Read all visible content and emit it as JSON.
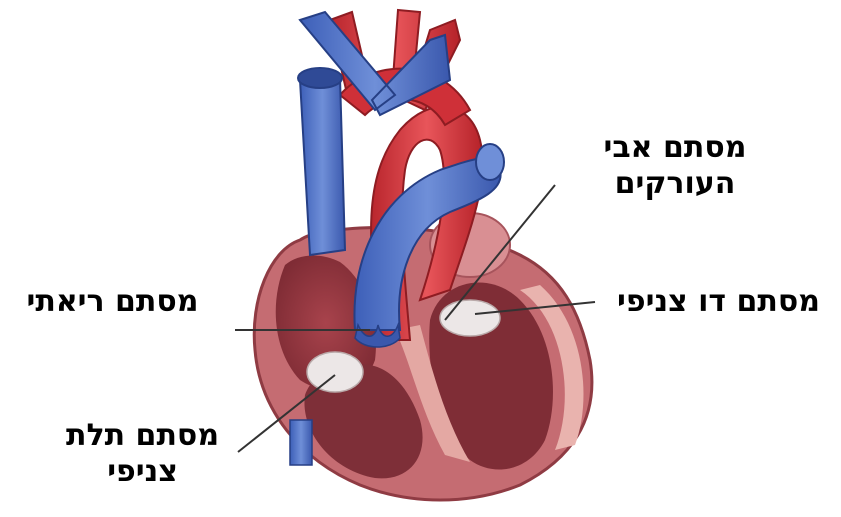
{
  "labels": {
    "aortic_valve": {
      "line1": "מסתם אבי",
      "line2": "העורקים"
    },
    "pulmonary_valve": "מסתם ריאתי",
    "mitral_valve": "מסתם דו צניפי",
    "tricuspid_valve": {
      "line1": "מסתם תלת",
      "line2": "צניפי"
    }
  },
  "colors": {
    "vein_blue": "#4a6fc4",
    "artery_red": "#d8343b",
    "heart_muscle": "#c9757a",
    "chamber_inner": "#e9b3ae",
    "valve_white": "#ece7e7",
    "leader_line": "#333333"
  }
}
